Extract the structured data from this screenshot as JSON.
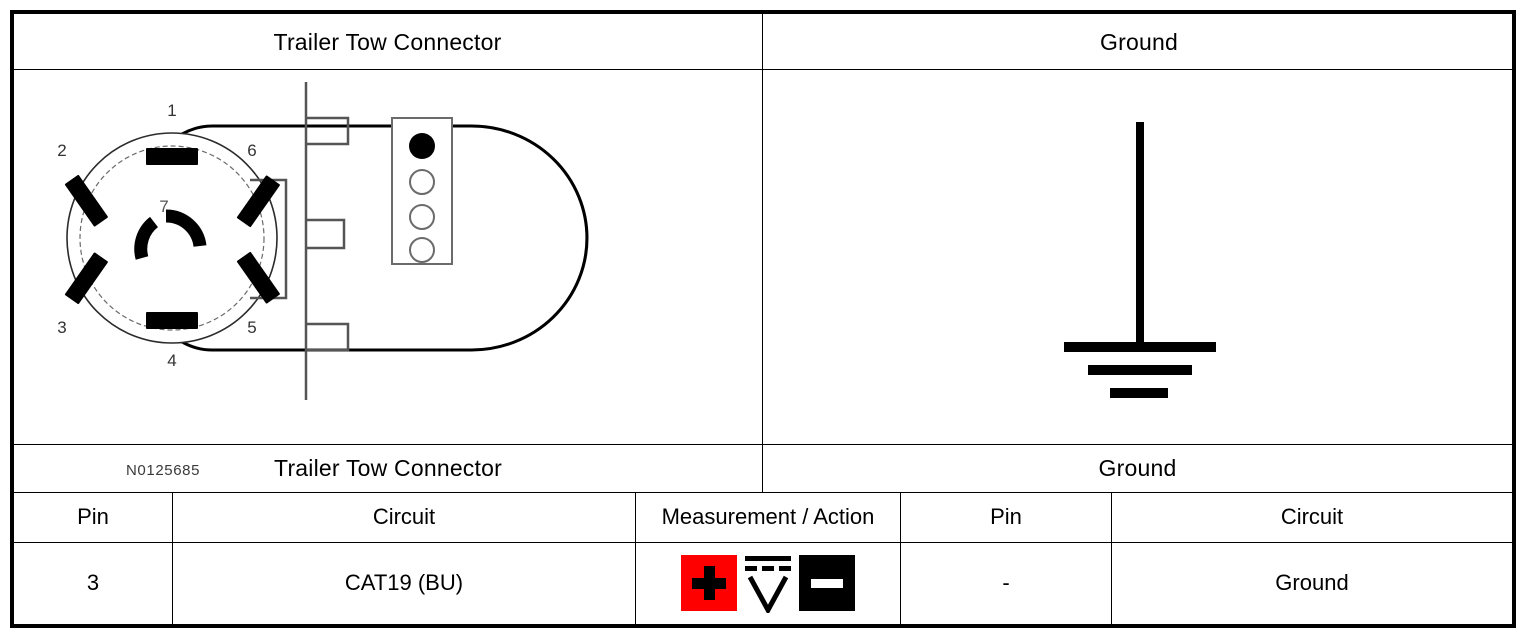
{
  "document": {
    "type": "wiring-diagnostic-table",
    "part_label": "N0125685"
  },
  "sections": [
    {
      "id": "left",
      "title": "Trailer Tow Connector"
    },
    {
      "id": "right",
      "title": "Ground"
    }
  ],
  "section_headers": {
    "left": "Trailer Tow Connector",
    "right": "Ground"
  },
  "connector": {
    "name": "Trailer Tow Connector",
    "type": "7-way round blade connector",
    "pin_labels": [
      "1",
      "2",
      "3",
      "4",
      "5",
      "6",
      "7"
    ],
    "terminal_block": {
      "holes": 4,
      "filled_index": 0
    },
    "part_label": "N0125685"
  },
  "ground_symbol": {
    "name": "chassis-ground",
    "bars": 3
  },
  "table": {
    "columns": [
      {
        "key": "pin_left",
        "label": "Pin"
      },
      {
        "key": "circuit_left",
        "label": "Circuit"
      },
      {
        "key": "measurement",
        "label": "Measurement / Action"
      },
      {
        "key": "pin_right",
        "label": "Pin"
      },
      {
        "key": "circuit_right",
        "label": "Circuit"
      }
    ],
    "rows": [
      {
        "pin_left": "3",
        "circuit_left": "CAT19 (BU)",
        "measurement": {
          "positive_label": "+",
          "meter_label": "V",
          "meter_mode": "DC",
          "negative_label": "−"
        },
        "pin_right": "-",
        "circuit_right": "Ground"
      }
    ]
  },
  "colors": {
    "positive_background": "#fe0000",
    "negative_background": "#000000",
    "line": "#000000",
    "page_background": "#ffffff"
  }
}
